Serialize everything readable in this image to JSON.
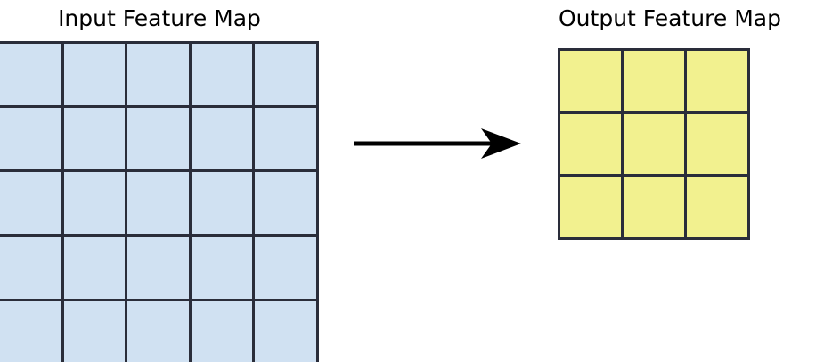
{
  "figure": {
    "type": "diagram",
    "description": "Convolution feature map size reduction diagram",
    "background_color": "#ffffff"
  },
  "input_panel": {
    "title": "Input Feature Map",
    "grid": {
      "rows": 5,
      "columns": 5,
      "cell_count": 25,
      "fill_color": "#d0e1f2",
      "line_color": "#2a2d3a"
    }
  },
  "arrow": {
    "name": "transform-arrow",
    "direction": "right",
    "color": "#000000"
  },
  "output_panel": {
    "title": "Output Feature Map",
    "grid": {
      "rows": 3,
      "columns": 3,
      "cell_count": 9,
      "fill_color": "#f2f18f",
      "line_color": "#2a2d3a"
    }
  }
}
